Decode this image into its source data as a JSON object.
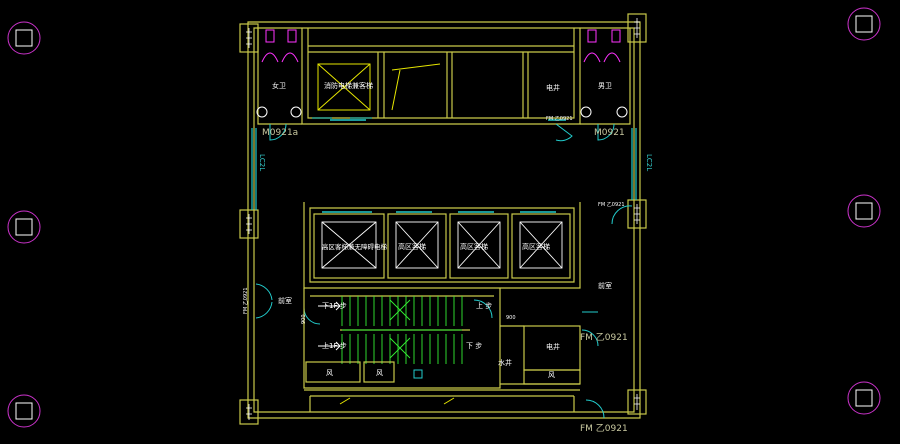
{
  "colors": {
    "background": "#000000",
    "wall": "#c9c94a",
    "interior": "#e6e600",
    "glass": "#22cccc",
    "door": "#22cccc",
    "stair": "#33ee33",
    "fixture": "#ff33ff",
    "marker": "#cc33cc",
    "text": "#ffffff"
  },
  "rooms": {
    "womens_wc": "女卫",
    "mens_wc": "男卫",
    "fire_elevator_room": "消防电梯兼客梯",
    "electrical_shaft_top": "电井",
    "lobby_left": "前室",
    "lobby_right": "前室",
    "high_zone_elevator_left": "高区客梯兼无障碍电梯",
    "high_zone_elevator_2": "高区客梯",
    "high_zone_elevator_3": "高区客梯",
    "high_zone_elevator_4": "高区客梯",
    "electrical_shaft_bottom": "电井",
    "water_shaft": "水井",
    "duct_1": "风",
    "duct_2": "风",
    "duct_3": "风"
  },
  "stair_labels": {
    "up_upper": "下1F 步",
    "down_upper": "上 步",
    "up_lower": "上1F 步",
    "down_lower": "下 步"
  },
  "door_tags": {
    "left_wc": "M0921a",
    "right_wc": "M0921",
    "fm_lower_right": "FM 乙0921",
    "fm_bottom": "FM 乙0921",
    "left_corridor": "LC2L",
    "right_corridor": "LC2L",
    "fm_lobby_left": "FM 乙0921",
    "fm_lobby_right": "FM 乙0921",
    "fm_elec": "FM 乙0921",
    "dim_left": "900",
    "dim_right": "900"
  }
}
